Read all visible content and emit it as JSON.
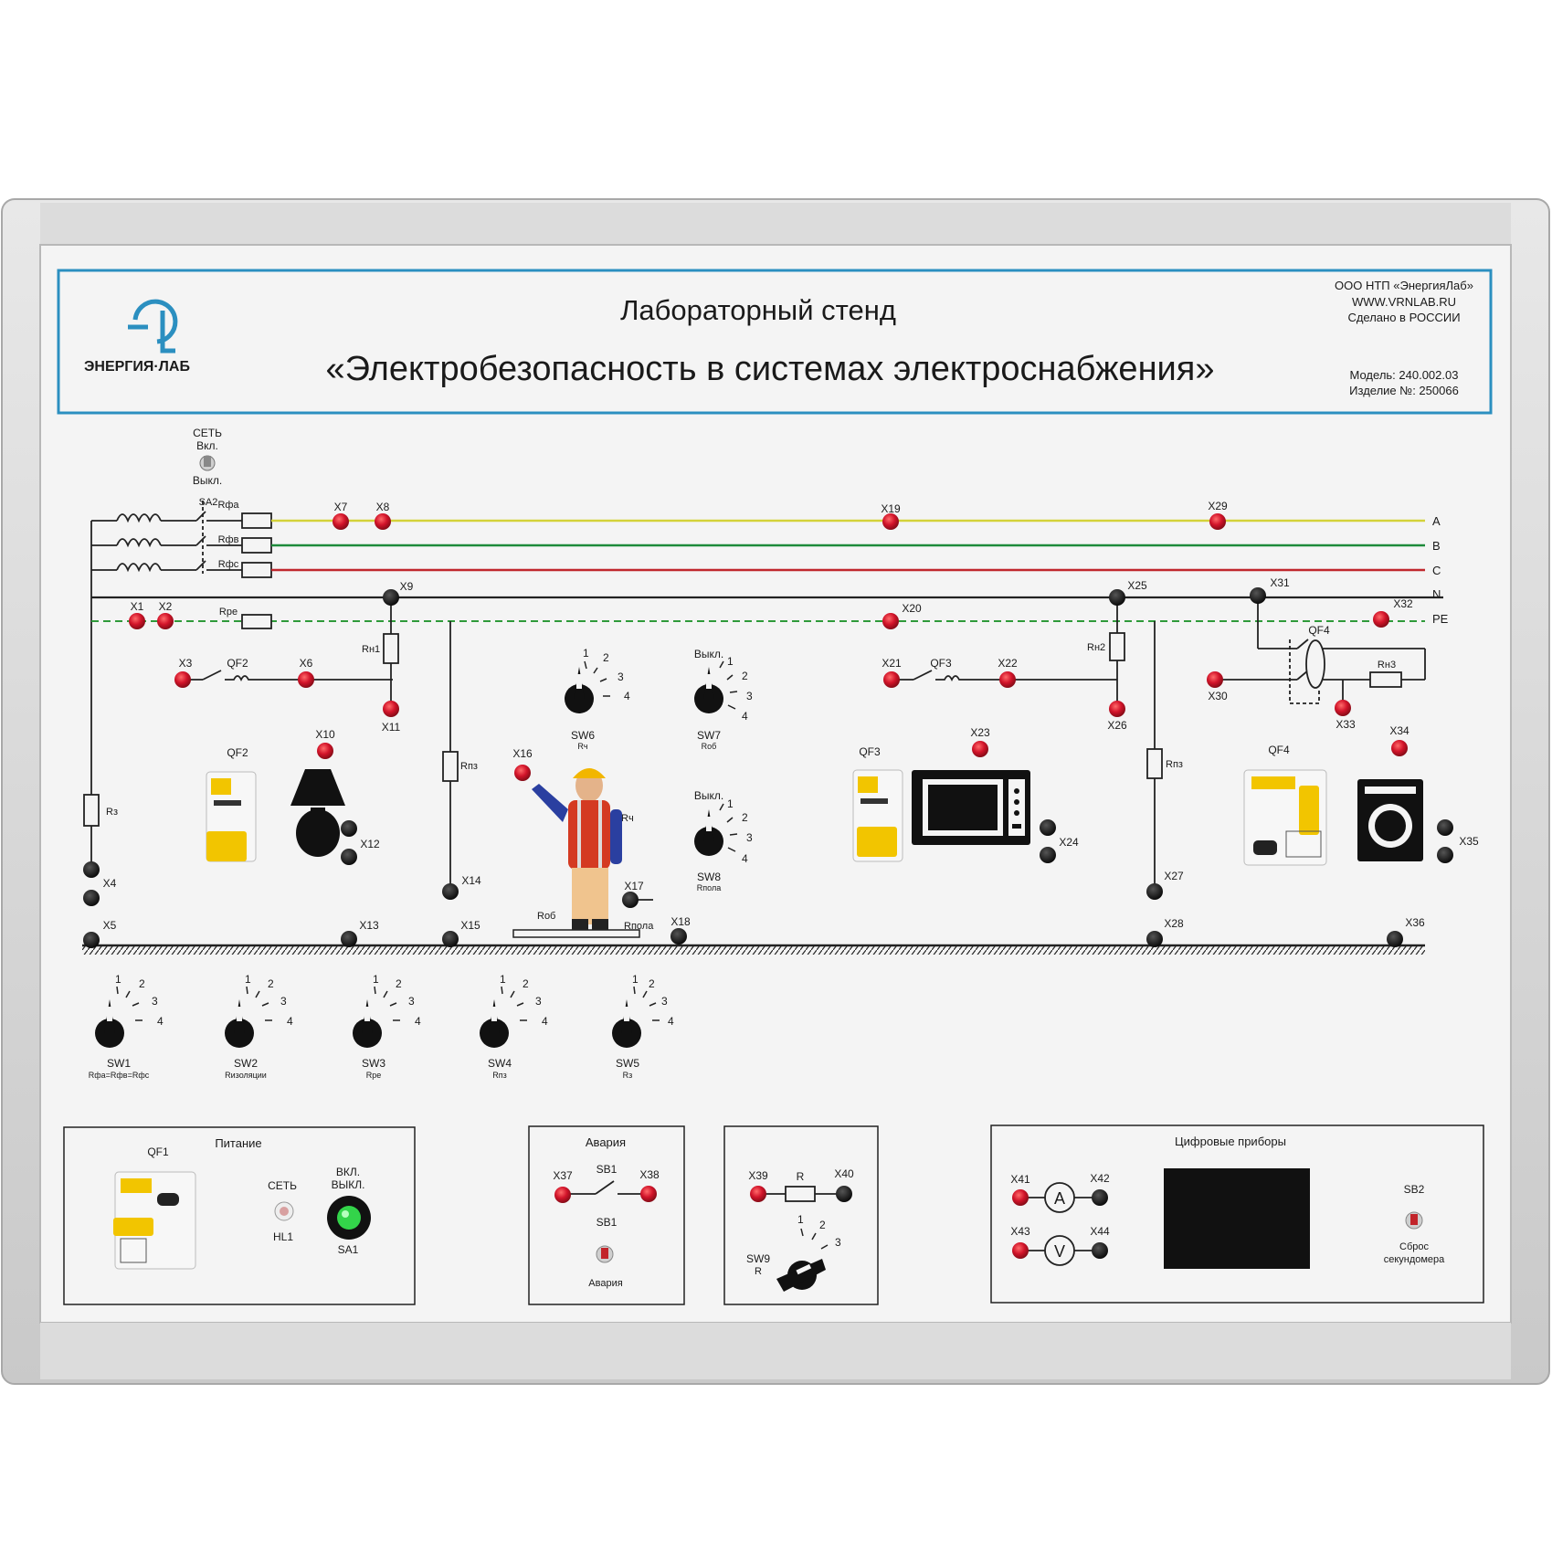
{
  "header": {
    "title_line1": "Лабораторный стенд",
    "title_line2": "«Электробезопасность в системах электроснабжения»",
    "maker": "ООО НТП «ЭнергияЛаб»",
    "site": "WWW.VRNLAB.RU",
    "made_in": "Сделано в РОССИИ",
    "model": "Модель: 240.002.03",
    "serial": "Изделие №: 250066",
    "logo_text": "ЭНЕРГИЯ·ЛАБ"
  },
  "top_switch": {
    "title": "СЕТЬ",
    "on": "Вкл.",
    "off": "Выкл.",
    "id": "SA2"
  },
  "buses": [
    "A",
    "B",
    "C",
    "N",
    "PE"
  ],
  "resistors": {
    "rfa": "Rфа",
    "rfb": "Rфв",
    "rfc": "Rфс",
    "rpe": "Rpe",
    "rn1": "Rн1",
    "rn2": "Rн2",
    "rn3": "Rн3",
    "rz": "Rз",
    "rpz1": "Rпз",
    "rpz2": "Rпз",
    "rch": "Rч",
    "rob": "Rоб",
    "rpola": "Rпола"
  },
  "terminals": {
    "x1": "X1",
    "x2": "X2",
    "x3": "X3",
    "x4": "X4",
    "x5": "X5",
    "x6": "X6",
    "x7": "X7",
    "x8": "X8",
    "x9": "X9",
    "x10": "X10",
    "x11": "X11",
    "x12": "X12",
    "x13": "X13",
    "x14": "X14",
    "x15": "X15",
    "x16": "X16",
    "x17": "X17",
    "x18": "X18",
    "x19": "X19",
    "x20": "X20",
    "x21": "X21",
    "x22": "X22",
    "x23": "X23",
    "x24": "X24",
    "x25": "X25",
    "x26": "X26",
    "x27": "X27",
    "x28": "X28",
    "x29": "X29",
    "x30": "X30",
    "x31": "X31",
    "x32": "X32",
    "x33": "X33",
    "x34": "X34",
    "x35": "X35",
    "x36": "X36",
    "x37": "X37",
    "x38": "X38",
    "x39": "X39",
    "x40": "X40",
    "x41": "X41",
    "x42": "X42",
    "x43": "X43",
    "x44": "X44"
  },
  "breakers": {
    "qf1": "QF1",
    "qf2": "QF2",
    "qf3": "QF3",
    "qf4": "QF4"
  },
  "dial_marks": {
    "off": "Выкл.",
    "m1": "1",
    "m2": "2",
    "m3": "3",
    "m4": "4"
  },
  "switches": {
    "sw1": {
      "name": "SW1",
      "sub": "Rфа=Rфв=Rфс"
    },
    "sw2": {
      "name": "SW2",
      "sub": "Rизоляции"
    },
    "sw3": {
      "name": "SW3",
      "sub": "Rpe"
    },
    "sw4": {
      "name": "SW4",
      "sub": "Rпз"
    },
    "sw5": {
      "name": "SW5",
      "sub": "Rз"
    },
    "sw6": {
      "name": "SW6",
      "sub": "Rч"
    },
    "sw7": {
      "name": "SW7",
      "sub": "Rоб"
    },
    "sw8": {
      "name": "SW8",
      "sub": "Rпола"
    },
    "sw9": {
      "name": "SW9",
      "sub": "R"
    }
  },
  "panels": {
    "power": {
      "title": "Питание",
      "qf": "QF1",
      "net": "СЕТЬ",
      "lamp": "HL1",
      "on": "ВКЛ.",
      "off": "ВЫКЛ.",
      "sa": "SA1"
    },
    "alarm": {
      "title": "Авария",
      "sb": "SB1",
      "sb2": "SB1",
      "caption": "Авария"
    },
    "r_panel": {
      "r": "R"
    },
    "digital": {
      "title": "Цифровые приборы",
      "ammeter": "A",
      "voltmeter": "V",
      "sb": "SB2",
      "reset1": "Сброс",
      "reset2": "секундомера"
    }
  },
  "colors": {
    "phase_a": "#d4d23a",
    "phase_b": "#1d8a3a",
    "phase_c": "#c0272d",
    "pe": "#2f9a3a",
    "terminal_red": "#d2142a",
    "frame_blue": "#2b8fc0"
  }
}
